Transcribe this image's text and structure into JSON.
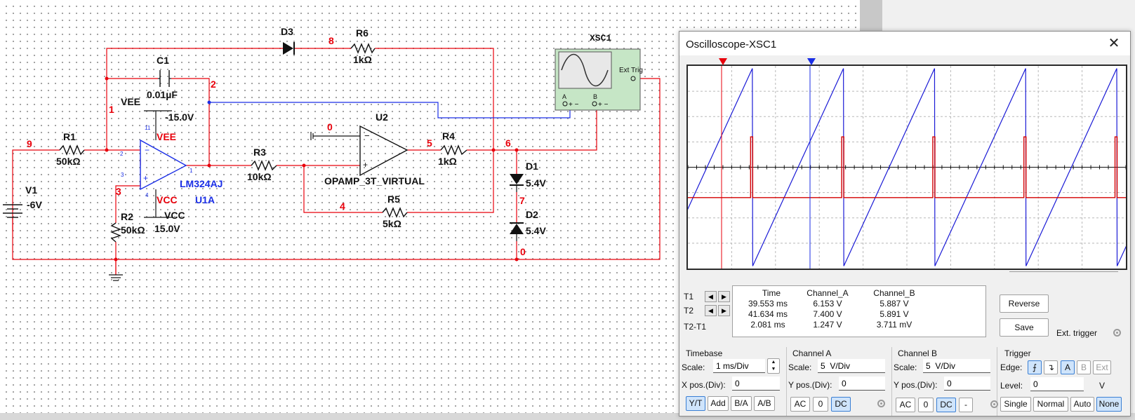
{
  "colors": {
    "wire_red": "#e8000b",
    "wire_blue": "#1a2ee6",
    "trace_a": "#1a1ad6",
    "trace_b": "#d40000"
  },
  "schematic": {
    "nets": {
      "n9": "9",
      "n1": "1",
      "n2": "2",
      "n3": "3",
      "n0a": "0",
      "n5": "5",
      "n6": "6",
      "n7": "7",
      "n4": "4",
      "n8": "8",
      "n0b": "0"
    },
    "r1": {
      "name": "R1",
      "value": "50kΩ"
    },
    "r2": {
      "name": "R2",
      "value": "50kΩ"
    },
    "r3": {
      "name": "R3",
      "value": "10kΩ"
    },
    "r4": {
      "name": "R4",
      "value": "1kΩ"
    },
    "r5": {
      "name": "R5",
      "value": "5kΩ"
    },
    "r6": {
      "name": "R6",
      "value": "1kΩ"
    },
    "c1": {
      "name": "C1",
      "value": "0.01µF"
    },
    "d1": {
      "name": "D1",
      "value": "5.4V"
    },
    "d2": {
      "name": "D2",
      "value": "5.4V"
    },
    "d3": {
      "name": "D3"
    },
    "v1": {
      "name": "V1",
      "value": "-6V"
    },
    "vee": {
      "name": "VEE",
      "value": "-15.0V",
      "pin_label": "VEE"
    },
    "vcc": {
      "name": "VCC",
      "value": "15.0V",
      "pin_label": "VCC"
    },
    "u1": {
      "part": "LM324AJ",
      "ref": "U1A",
      "pins": [
        "11",
        "2",
        "3",
        "4",
        "1"
      ]
    },
    "u2": {
      "ref": "U2",
      "part": "OPAMP_3T_VIRTUAL"
    },
    "xsc1": {
      "name": "XSC1",
      "ext_trig": "Ext Trig",
      "pin_a": "A",
      "pin_b": "B"
    }
  },
  "scope": {
    "title": "Oscilloscope-XSC1",
    "close_glyph": "✕",
    "readout": {
      "headers": [
        "Time",
        "Channel_A",
        "Channel_B"
      ],
      "rows": [
        {
          "label": "T1",
          "time": "39.553 ms",
          "a": "6.153 V",
          "b": "5.887 V"
        },
        {
          "label": "T2",
          "time": "41.634 ms",
          "a": "7.400 V",
          "b": "5.891 V"
        },
        {
          "label": "T2-T1",
          "time": "2.081 ms",
          "a": "1.247 V",
          "b": "3.711 mV"
        }
      ]
    },
    "buttons": {
      "reverse": "Reverse",
      "save": "Save",
      "ext_trigger": "Ext. trigger"
    },
    "timebase": {
      "title": "Timebase",
      "scale_label": "Scale:",
      "scale_value": "1 ms/Div",
      "xpos_label": "X pos.(Div):",
      "xpos_value": "0",
      "modes": [
        "Y/T",
        "Add",
        "B/A",
        "A/B"
      ],
      "active_mode": "Y/T"
    },
    "channel_a": {
      "title": "Channel A",
      "scale_label": "Scale:",
      "scale_value": "5  V/Div",
      "ypos_label": "Y pos.(Div):",
      "ypos_value": "0",
      "coupling": [
        "AC",
        "0",
        "DC"
      ],
      "active": "DC"
    },
    "channel_b": {
      "title": "Channel B",
      "scale_label": "Scale:",
      "scale_value": "5  V/Div",
      "ypos_label": "Y pos.(Div):",
      "ypos_value": "0",
      "coupling": [
        "AC",
        "0",
        "DC",
        "-"
      ],
      "active": "DC"
    },
    "trigger": {
      "title": "Trigger",
      "edge_label": "Edge:",
      "edge_rise": "⨍",
      "edge_fall": "↴",
      "sources": [
        "A",
        "B",
        "Ext"
      ],
      "active_source": "A",
      "level_label": "Level:",
      "level_value": "0",
      "level_unit": "V",
      "modes": [
        "Single",
        "Normal",
        "Auto",
        "None"
      ],
      "active_mode": "None"
    },
    "traces": {
      "divisions": {
        "x": 10,
        "y": 8
      },
      "channel_a_sawtooth": {
        "period_div": 2.08,
        "top_div": 3.9,
        "bottom_div": -3.9
      },
      "channel_b_pulse": {
        "level_div": -1.2,
        "pulse_top_div": 1.2
      }
    }
  }
}
